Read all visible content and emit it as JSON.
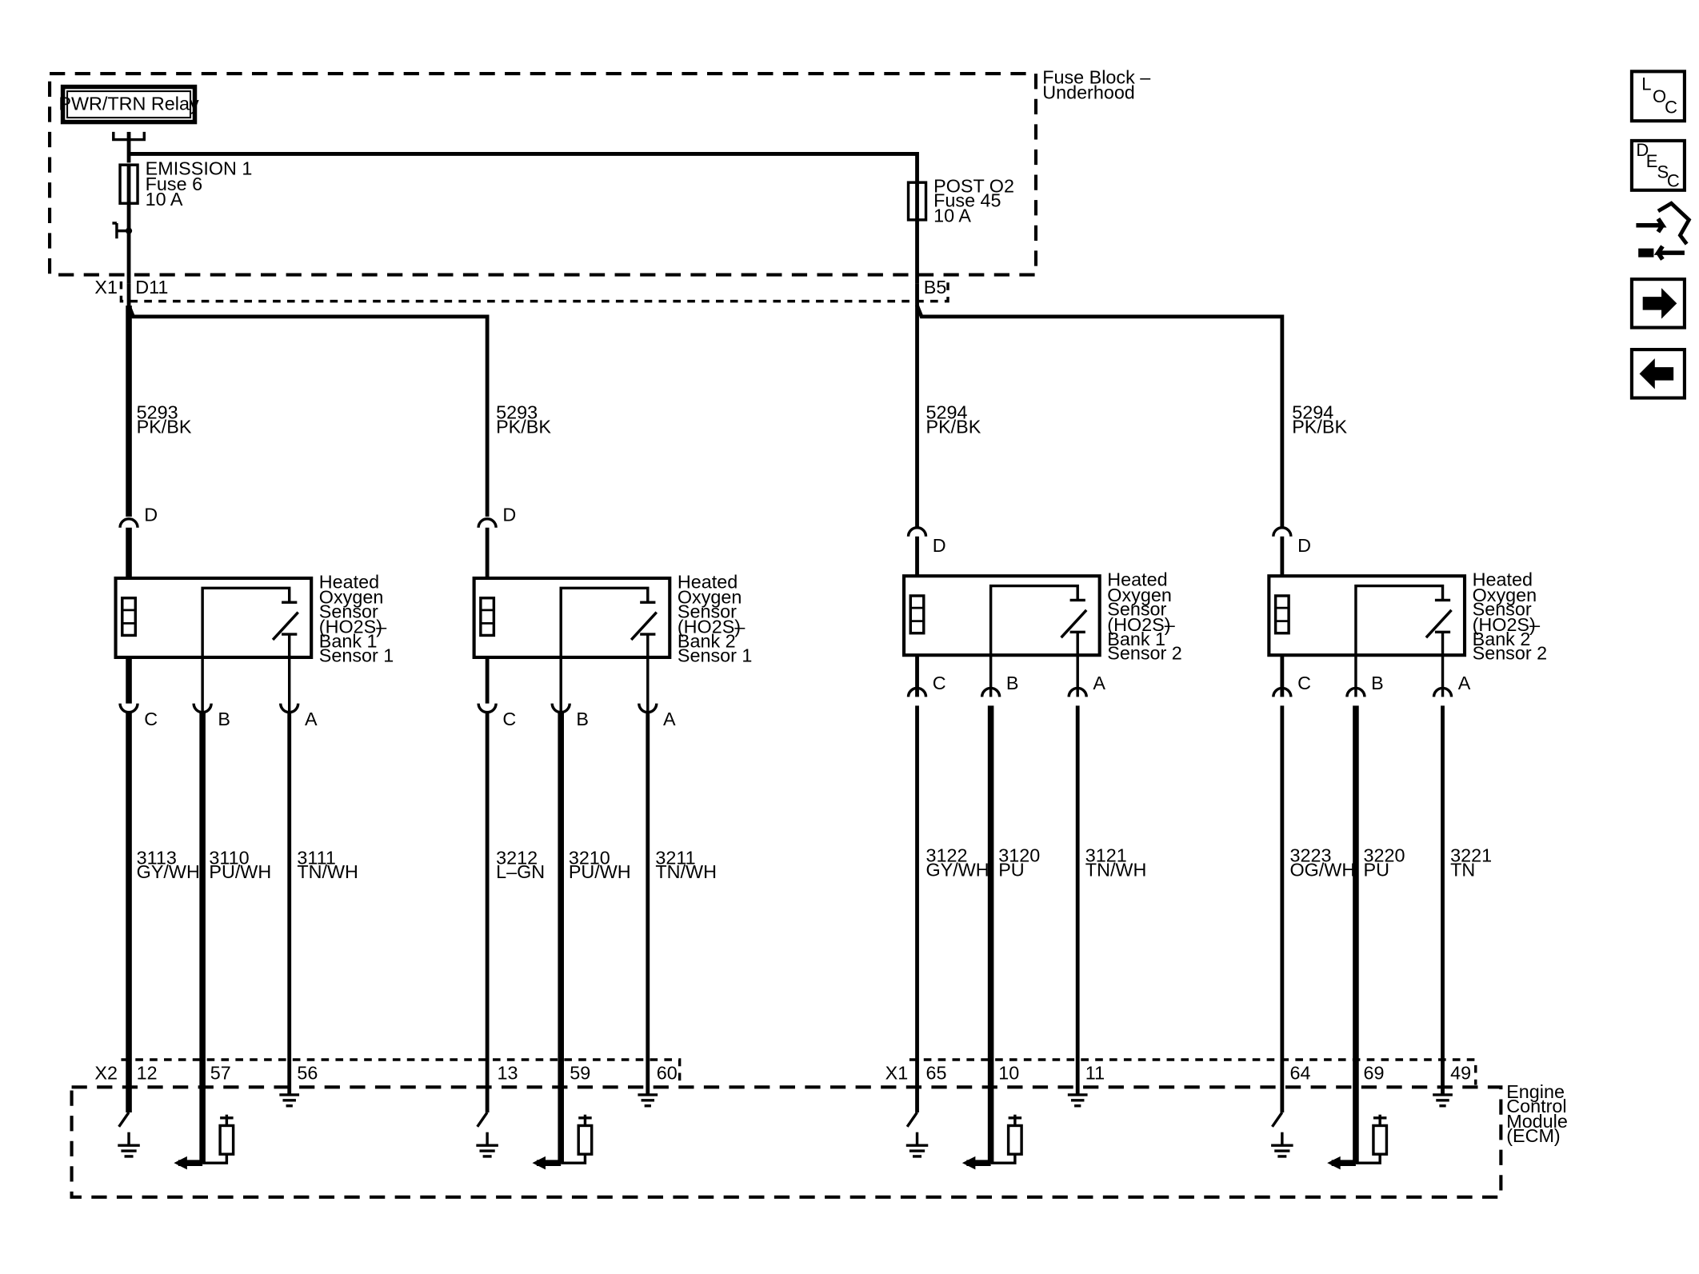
{
  "fuse_block": {
    "title_line1": "Fuse Block –",
    "title_line2": "Underhood",
    "relay_label": "PWR/TRN Relay",
    "fuses": [
      {
        "name": "EMISSION 1",
        "fuse": "Fuse 6",
        "rating": "10 A"
      },
      {
        "name": "POST O2",
        "fuse": "Fuse 45",
        "rating": "10 A"
      }
    ],
    "connector_x1": "X1",
    "pin_d11": "D11",
    "pin_b5": "B5"
  },
  "supply_wires": [
    {
      "circuit": "5293",
      "color": "PK/BK"
    },
    {
      "circuit": "5293",
      "color": "PK/BK"
    },
    {
      "circuit": "5294",
      "color": "PK/BK"
    },
    {
      "circuit": "5294",
      "color": "PK/BK"
    }
  ],
  "sensors": [
    {
      "l1": "Heated",
      "l2": "Oxygen",
      "l3": "Sensor",
      "l4": "(HO2S)",
      "dash": "–",
      "l5": "Bank 1",
      "l6": "Sensor 1",
      "pin_top": "D",
      "pins": [
        "C",
        "B",
        "A"
      ]
    },
    {
      "l1": "Heated",
      "l2": "Oxygen",
      "l3": "Sensor",
      "l4": "(HO2S)",
      "dash": "–",
      "l5": "Bank 2",
      "l6": "Sensor 1",
      "pin_top": "D",
      "pins": [
        "C",
        "B",
        "A"
      ]
    },
    {
      "l1": "Heated",
      "l2": "Oxygen",
      "l3": "Sensor",
      "l4": "(HO2S)",
      "dash": "–",
      "l5": "Bank 1",
      "l6": "Sensor 2",
      "pin_top": "D",
      "pins": [
        "C",
        "B",
        "A"
      ]
    },
    {
      "l1": "Heated",
      "l2": "Oxygen",
      "l3": "Sensor",
      "l4": "(HO2S)",
      "dash": "–",
      "l5": "Bank 2",
      "l6": "Sensor 2",
      "pin_top": "D",
      "pins": [
        "C",
        "B",
        "A"
      ]
    }
  ],
  "signal_wires": [
    {
      "circuit": "3113",
      "color": "GY/WH",
      "ecm_pin": "12"
    },
    {
      "circuit": "3110",
      "color": "PU/WH",
      "ecm_pin": "57"
    },
    {
      "circuit": "3111",
      "color": "TN/WH",
      "ecm_pin": "56"
    },
    {
      "circuit": "3212",
      "color": "L–GN",
      "ecm_pin": "13"
    },
    {
      "circuit": "3210",
      "color": "PU/WH",
      "ecm_pin": "59"
    },
    {
      "circuit": "3211",
      "color": "TN/WH",
      "ecm_pin": "60"
    },
    {
      "circuit": "3122",
      "color": "GY/WH",
      "ecm_pin": "65"
    },
    {
      "circuit": "3120",
      "color": "PU",
      "ecm_pin": "10"
    },
    {
      "circuit": "3121",
      "color": "TN/WH",
      "ecm_pin": "11"
    },
    {
      "circuit": "3223",
      "color": "OG/WH",
      "ecm_pin": "64"
    },
    {
      "circuit": "3220",
      "color": "PU",
      "ecm_pin": "69"
    },
    {
      "circuit": "3221",
      "color": "TN",
      "ecm_pin": "49"
    }
  ],
  "ecm": {
    "l1": "Engine",
    "l2": "Control",
    "l3": "Module",
    "l4": "(ECM)",
    "connector_x2": "X2",
    "connector_x1": "X1"
  },
  "nav": {
    "loc": {
      "a": "L",
      "b": "O",
      "c": "C"
    },
    "desc": {
      "a": "D",
      "b": "E",
      "c": "S",
      "d": "C"
    },
    "icons": [
      "loc-icon",
      "desc-icon",
      "connector-icon",
      "arrow-right-icon",
      "arrow-left-icon"
    ]
  }
}
